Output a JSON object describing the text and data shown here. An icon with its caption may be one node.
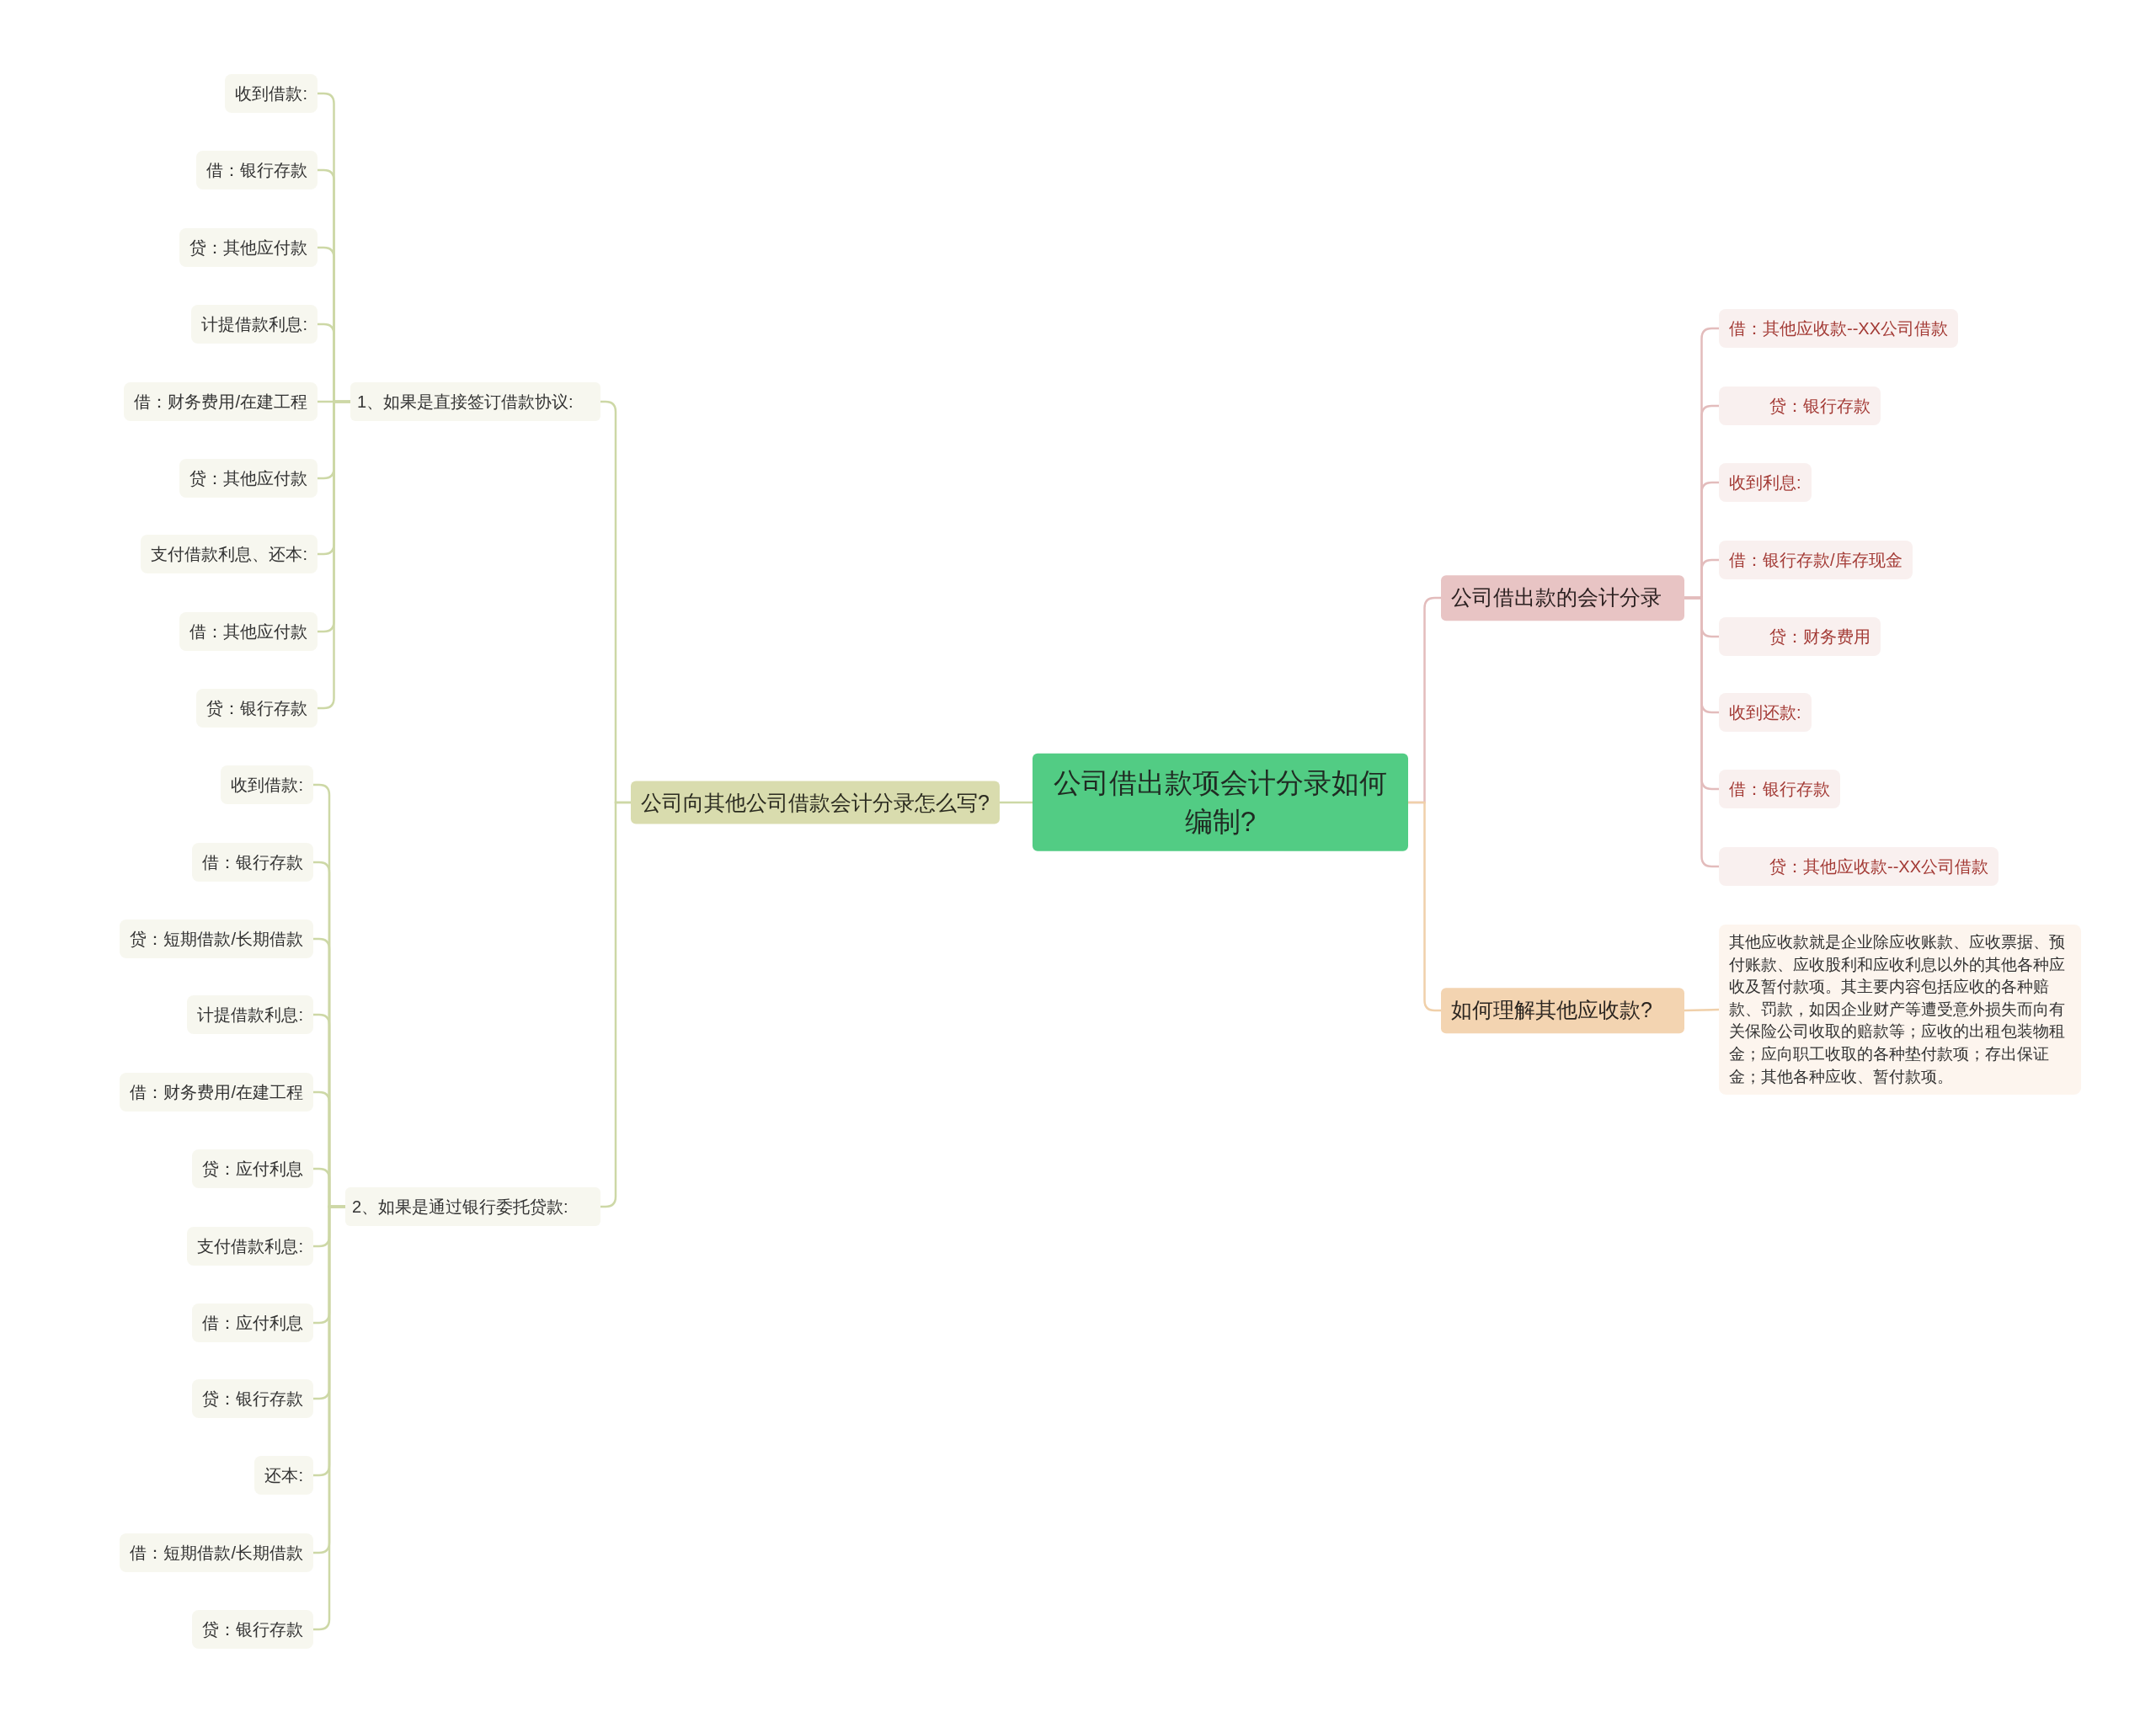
{
  "diagram": {
    "nodes": [
      {
        "text": [
          "公司借出款项会计分录如何编制?"
        ]
      },
      {
        "text": [
          "公司向其他公司借款会计分录怎么写?"
        ]
      },
      {
        "text": [
          "1、如果是直接签订借款协议:"
        ]
      },
      {
        "text": [
          "收到借款:"
        ]
      },
      {
        "text": [
          "借：银行存款"
        ]
      },
      {
        "text": [
          "贷：其他应付款"
        ]
      },
      {
        "text": [
          "计提借款利息:"
        ]
      },
      {
        "text": [
          "借：财务费用/在建工程"
        ]
      },
      {
        "text": [
          "贷：其他应付款"
        ]
      },
      {
        "text": [
          "支付借款利息、还本:"
        ]
      },
      {
        "text": [
          "借：其他应付款"
        ]
      },
      {
        "text": [
          "贷：银行存款"
        ]
      },
      {
        "text": [
          "2、如果是通过银行委托贷款:"
        ]
      },
      {
        "text": [
          "收到借款:"
        ]
      },
      {
        "text": [
          "借：银行存款"
        ]
      },
      {
        "text": [
          "贷：短期借款/长期借款"
        ]
      },
      {
        "text": [
          "计提借款利息:"
        ]
      },
      {
        "text": [
          "借：财务费用/在建工程"
        ]
      },
      {
        "text": [
          "贷：应付利息"
        ]
      },
      {
        "text": [
          "支付借款利息:"
        ]
      },
      {
        "text": [
          "借：应付利息"
        ]
      },
      {
        "text": [
          "贷：银行存款"
        ]
      },
      {
        "text": [
          "还本:"
        ]
      },
      {
        "text": [
          "借：短期借款/长期借款"
        ]
      },
      {
        "text": [
          "贷：银行存款"
        ]
      },
      {
        "text": [
          "公司借出款的会计分录"
        ]
      },
      {
        "text": [
          "借：其他应收款--XX公司借款"
        ]
      },
      {
        "text": [
          "贷：银行存款"
        ]
      },
      {
        "text": [
          "收到利息:"
        ]
      },
      {
        "text": [
          "借：银行存款/库存现金"
        ]
      },
      {
        "text": [
          "贷：财务费用"
        ]
      },
      {
        "text": [
          "收到还款:"
        ]
      },
      {
        "text": [
          "借：银行存款"
        ]
      },
      {
        "text": [
          "贷：其他应收款--XX公司借款"
        ]
      },
      {
        "text": [
          "如何理解其他应收款?"
        ]
      },
      {
        "text": [
          "其他应收款就是企业除应收账款、应收票据、预付账款、应收股利和应收利息以外的其他各种应收及暂付款项。其主要内容包括应收的各种赔款、罚款，如因企业财产等遭受意外损失而向有关保险公司收取的赔款等；应收的出租包装物租金；应向职工收取的各种垫付款项；存出保证金；其他各种应收、暂付款项。"
        ]
      }
    ],
    "edges": [
      {
        "from": 0,
        "to": 1,
        "arrow": "none"
      },
      {
        "from": 1,
        "to": 2,
        "arrow": "none"
      },
      {
        "from": 2,
        "to": 3,
        "arrow": "none"
      },
      {
        "from": 2,
        "to": 4,
        "arrow": "none"
      },
      {
        "from": 2,
        "to": 5,
        "arrow": "none"
      },
      {
        "from": 2,
        "to": 6,
        "arrow": "none"
      },
      {
        "from": 2,
        "to": 7,
        "arrow": "none"
      },
      {
        "from": 2,
        "to": 8,
        "arrow": "none"
      },
      {
        "from": 2,
        "to": 9,
        "arrow": "none"
      },
      {
        "from": 2,
        "to": 10,
        "arrow": "none"
      },
      {
        "from": 2,
        "to": 11,
        "arrow": "none"
      },
      {
        "from": 1,
        "to": 12,
        "arrow": "none"
      },
      {
        "from": 12,
        "to": 13,
        "arrow": "none"
      },
      {
        "from": 12,
        "to": 14,
        "arrow": "none"
      },
      {
        "from": 12,
        "to": 15,
        "arrow": "none"
      },
      {
        "from": 12,
        "to": 16,
        "arrow": "none"
      },
      {
        "from": 12,
        "to": 17,
        "arrow": "none"
      },
      {
        "from": 12,
        "to": 18,
        "arrow": "none"
      },
      {
        "from": 12,
        "to": 19,
        "arrow": "none"
      },
      {
        "from": 12,
        "to": 20,
        "arrow": "none"
      },
      {
        "from": 12,
        "to": 21,
        "arrow": "none"
      },
      {
        "from": 12,
        "to": 22,
        "arrow": "none"
      },
      {
        "from": 12,
        "to": 23,
        "arrow": "none"
      },
      {
        "from": 12,
        "to": 24,
        "arrow": "none"
      },
      {
        "from": 0,
        "to": 25,
        "arrow": "none",
        "color": "#e3bcbc"
      },
      {
        "from": 25,
        "to": 26,
        "arrow": "none",
        "color": "#e3bcbc"
      },
      {
        "from": 25,
        "to": 27,
        "arrow": "none",
        "color": "#e3bcbc"
      },
      {
        "from": 25,
        "to": 28,
        "arrow": "none",
        "color": "#e3bcbc"
      },
      {
        "from": 25,
        "to": 29,
        "arrow": "none",
        "color": "#e3bcbc"
      },
      {
        "from": 25,
        "to": 30,
        "arrow": "none",
        "color": "#e3bcbc"
      },
      {
        "from": 25,
        "to": 31,
        "arrow": "none",
        "color": "#e3bcbc"
      },
      {
        "from": 25,
        "to": 32,
        "arrow": "none",
        "color": "#e3bcbc"
      },
      {
        "from": 25,
        "to": 33,
        "arrow": "none",
        "color": "#e3bcbc"
      },
      {
        "from": 0,
        "to": 34,
        "arrow": "none",
        "color": "#f0d0aa"
      },
      {
        "from": 34,
        "to": 35,
        "arrow": "none",
        "color": "#f0d0aa"
      }
    ]
  }
}
